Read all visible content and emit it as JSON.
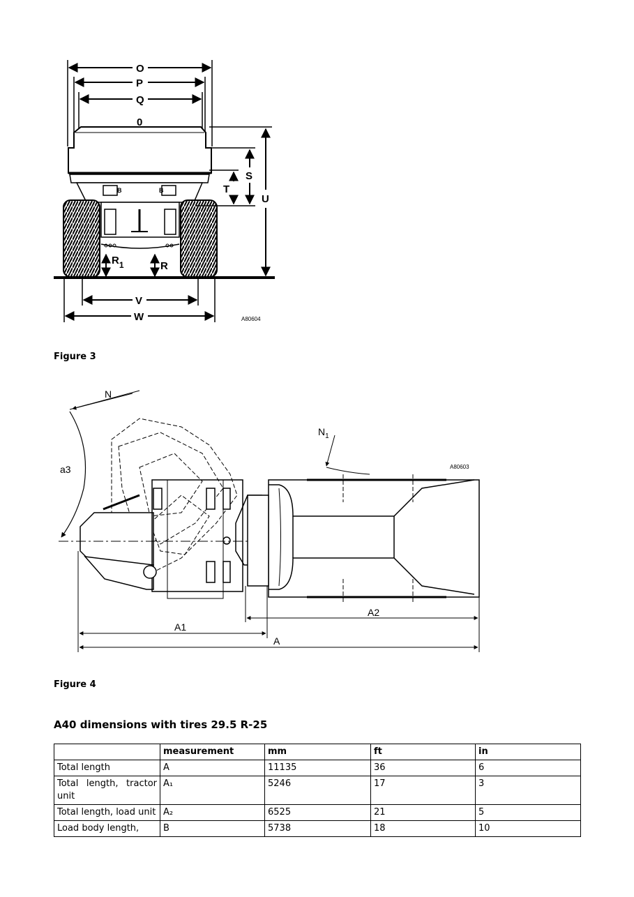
{
  "figure3": {
    "labels": {
      "O": "O",
      "P": "P",
      "Q": "Q",
      "zero": "0",
      "S": "S",
      "T": "T",
      "U": "U",
      "R1": "R",
      "R1_sub": "1",
      "R": "R",
      "V": "V",
      "W": "W",
      "B_left": "B",
      "B_right": "B"
    },
    "code": "A80604",
    "caption": "Figure 3"
  },
  "figure4": {
    "labels": {
      "N": "N",
      "N1": "N",
      "N1_sub": "1",
      "a3": "a3",
      "A1": "A1",
      "A2": "A2",
      "A": "A"
    },
    "code": "A80603",
    "caption": "Figure 4"
  },
  "section": {
    "title": "A40 dimensions with tires 29.5 R-25"
  },
  "table": {
    "headers": [
      "",
      "measurement",
      "mm",
      "ft",
      "in"
    ],
    "rows": [
      [
        "Total length",
        "A",
        "11135",
        "36",
        "6"
      ],
      [
        "Total length, tractor unit",
        "A₁",
        "5246",
        "17",
        "3"
      ],
      [
        "Total length, load unit",
        "A₂",
        "6525",
        "21",
        "5"
      ],
      [
        "Load body length,",
        "B",
        "5738",
        "18",
        "10"
      ]
    ]
  }
}
